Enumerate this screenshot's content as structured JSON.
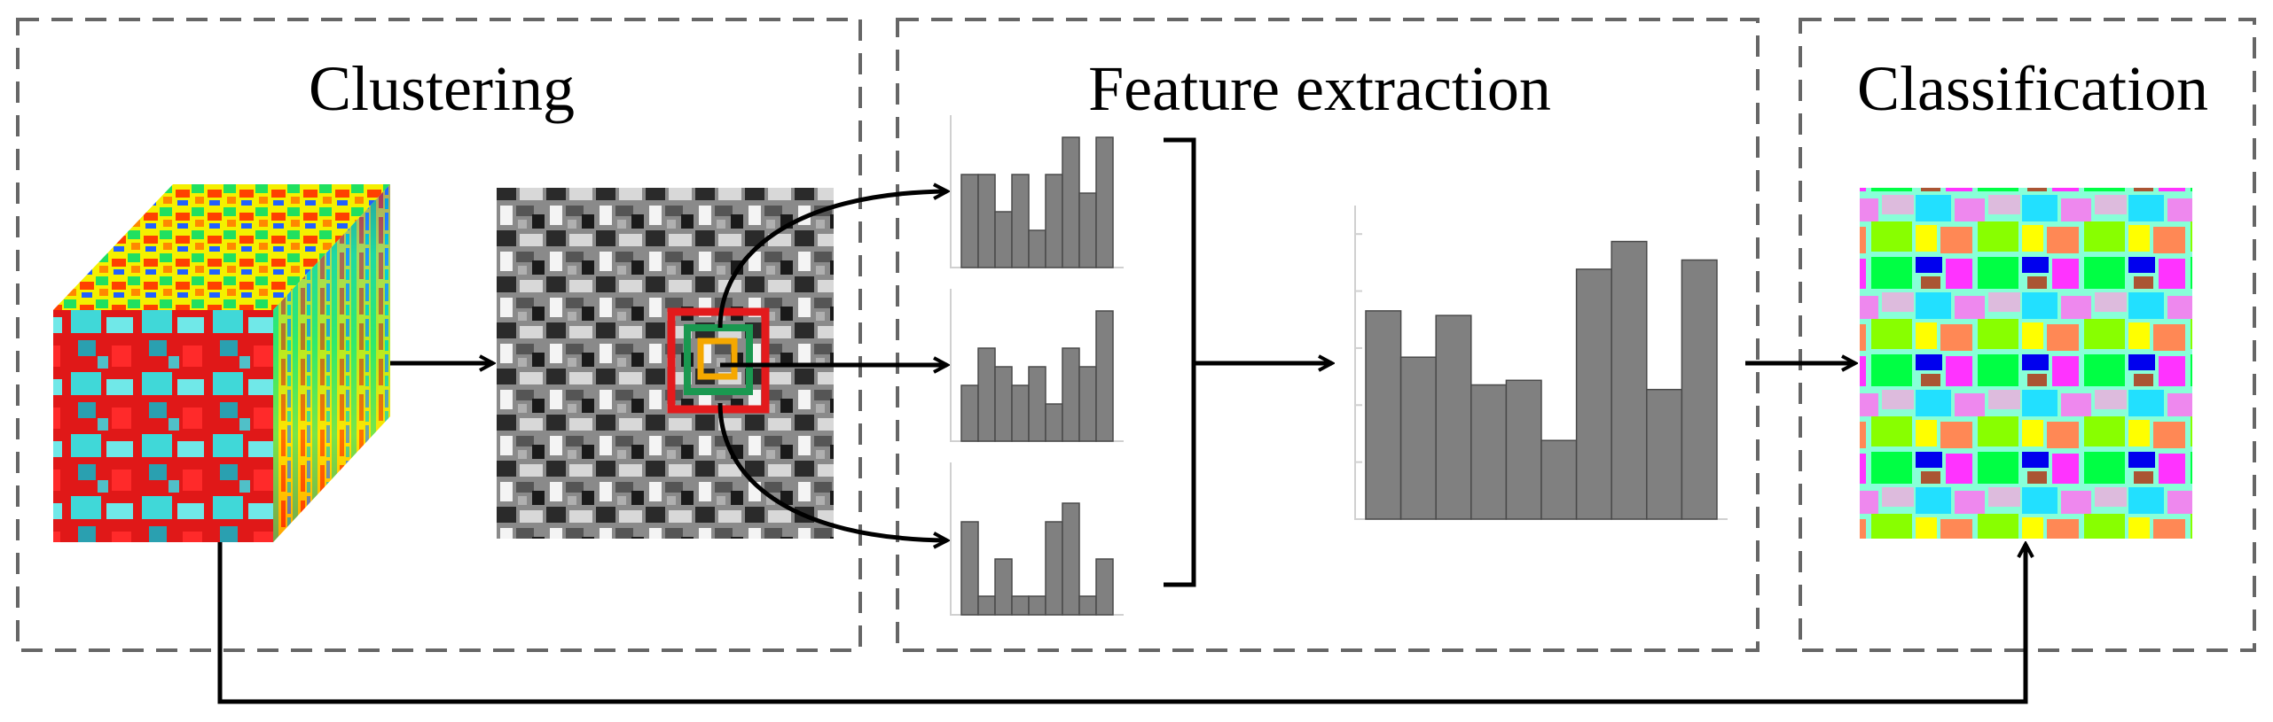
{
  "sections": {
    "clustering": {
      "title": "Clustering"
    },
    "feature_extraction": {
      "title": "Feature extraction"
    },
    "classification": {
      "title": "Classification"
    }
  },
  "colors": {
    "arrow": "#000000",
    "dashed_border": "#666666",
    "bar_fill": "#808080",
    "window_large": "#e31a1c",
    "window_medium": "#1a9850",
    "window_small": "#f5a800"
  },
  "chart_data": [
    {
      "type": "bar",
      "title": "",
      "xlabel": "",
      "ylabel": "",
      "values": [
        5,
        5,
        3,
        5,
        2,
        5,
        7,
        4,
        7
      ]
    },
    {
      "type": "bar",
      "title": "",
      "xlabel": "",
      "ylabel": "",
      "values": [
        3,
        5,
        4,
        3,
        4,
        2,
        5,
        4,
        7
      ]
    },
    {
      "type": "bar",
      "title": "",
      "xlabel": "",
      "ylabel": "",
      "values": [
        5,
        1,
        3,
        1,
        1,
        5,
        6,
        1,
        3
      ]
    },
    {
      "type": "bar",
      "title": "",
      "xlabel": "",
      "ylabel": "",
      "values": [
        4.5,
        3.5,
        4.4,
        2.9,
        3.0,
        1.7,
        5.4,
        6.0,
        2.8,
        5.6
      ]
    }
  ]
}
